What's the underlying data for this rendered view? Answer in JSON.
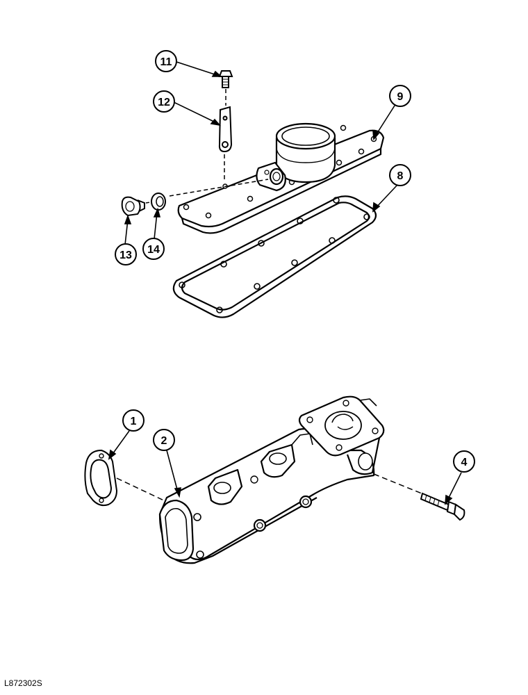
{
  "diagram": {
    "callouts": [
      {
        "id": "1",
        "label": "1"
      },
      {
        "id": "2",
        "label": "2"
      },
      {
        "id": "4",
        "label": "4"
      },
      {
        "id": "8",
        "label": "8"
      },
      {
        "id": "9",
        "label": "9"
      },
      {
        "id": "11",
        "label": "11"
      },
      {
        "id": "12",
        "label": "12"
      },
      {
        "id": "13",
        "label": "13"
      },
      {
        "id": "14",
        "label": "14"
      }
    ],
    "drawing_id": "L872302S"
  }
}
